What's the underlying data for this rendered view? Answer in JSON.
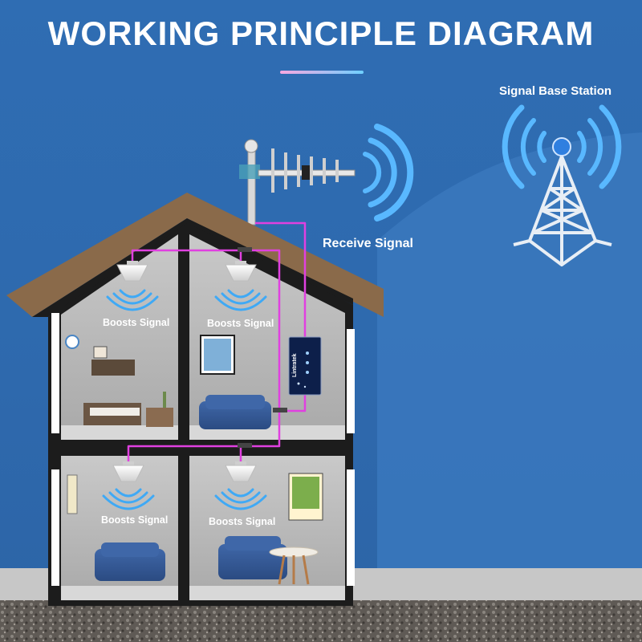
{
  "title": "WORKING PRINCIPLE DIAGRAM",
  "labels": {
    "base_station": "Signal Base Station",
    "receive": "Receive Signal",
    "boost_room_1": "Boosts Signal",
    "boost_room_2": "Boosts Signal",
    "boost_room_3": "Boosts Signal",
    "boost_room_4": "Boosts Signal"
  },
  "booster_brand": "Lintratek",
  "colors": {
    "sky": "#2f6cb2",
    "hill": "#3a7ac0",
    "roof": "#8a6a4a",
    "house_frame": "#1c1c1c",
    "wall": "#b9b9b9",
    "cable": "#e040e0",
    "signal": "#3fa9f5",
    "title_bar_start": "#f7a8e0",
    "title_bar_end": "#6fd0ff"
  }
}
